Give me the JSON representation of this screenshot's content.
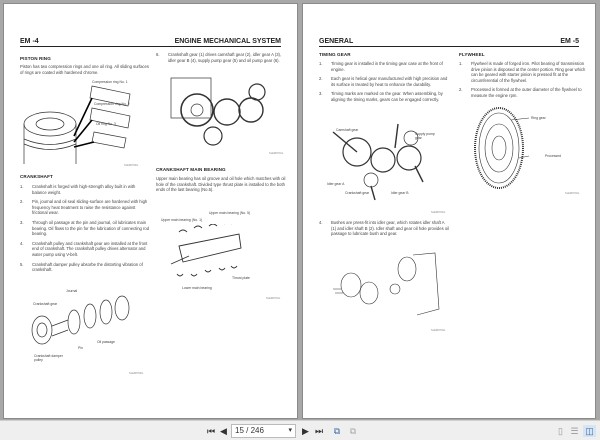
{
  "left_page": {
    "header_left": "EM -4",
    "header_right": "ENGINE MECHANICAL SYSTEM",
    "piston_ring": {
      "title": "PISTON RING",
      "body": "Piston has two compression rings and one oil ring.  All sliding surfaces of rings are coated with hardened chrome.",
      "labels": [
        "Compression ring No. 1",
        "Compression ring No. 2",
        "Oil ring No. 3"
      ],
      "code": "SLEM9700L"
    },
    "crankshaft": {
      "title": "CRANKSHAFT",
      "items": [
        {
          "n": "1.",
          "text": "Crankshaft is forged with high-strength alloy built in with balance weight."
        },
        {
          "n": "2.",
          "text": "Pin, journal and oil seal sliding-surface are hardened with high frequency heat treatment to raise the resistance against frictional wear."
        },
        {
          "n": "3.",
          "text": "Through oil passage at the pin and journal, oil lubricates main bearing.  Oil flows to the pin for the lubrication of connecting rod bearing."
        },
        {
          "n": "4.",
          "text": "Crankshaft pulley and crankshaft gear are installed at the front end of crankshaft.  The crankshaft pulley drives alternator and water pump using V-belt."
        },
        {
          "n": "5.",
          "text": "Crankshaft damper pulley absorbe the distorting vibration of crankshaft."
        }
      ],
      "labels": [
        "Journal",
        "Crankshaft gear",
        "Oil passage",
        "Pin",
        "Crankshaft damper pulley"
      ],
      "code": "SLEM9700L"
    },
    "gears": {
      "item": {
        "n": "6.",
        "text": "Crankshaft gear (1) drives camshaft gear (2), idler gear A (3), idler gear B (4), supply pump gear (5) and oil pump gear (6)."
      },
      "code": "SLEM9701L"
    },
    "main_bearing": {
      "title": "CRANKSHAFT MAIN BEARING",
      "body": "Upper main bearing has oil groove and oil hole which matches with oil hole of the crankshaft. Divided type thrust plate is installed to the both ends of the last bearing (No.5).",
      "labels": [
        "Upper main bearing (No. 5)",
        "Upper main bearing (No. 1)",
        "Thrust plate",
        "Lower main bearing"
      ],
      "code": "SLEM9701L"
    }
  },
  "right_page": {
    "header_left": "GENERAL",
    "header_right": "EM -5",
    "timing_gear": {
      "title": "TIMING GEAR",
      "items": [
        {
          "n": "1.",
          "text": "Timing gear is installed in the timing gear case at the front of engine."
        },
        {
          "n": "2.",
          "text": "Each gear is helical gear manufactured with high precision and its surface is treated by heat to enhance the durability."
        },
        {
          "n": "3.",
          "text": "Timing marks are marked on the gear.  When assembling, by aligning the timing marks, gears can be engaged correctly."
        }
      ],
      "labels": [
        "Camshaft gear",
        "Supply pump gear",
        "Idler gear A",
        "Crankshaft gear",
        "Idler gear B"
      ],
      "code": "SLEM9702L",
      "item4": {
        "n": "4.",
        "text": "Bushes are press-fit into idler gear, which rotates idler shaft A (1) and idler shaft B (2).  Idler shaft and gear oil hole provides oil passage to lubricate bush and gear."
      },
      "code2": "SLEM9703L"
    },
    "flywheel": {
      "title": "FLYWHEEL",
      "items": [
        {
          "n": "1.",
          "text": "Flywheel is made of forged iron.  Pilot bearing of transmission drive pinion is disposed at the center portion. Ring gear which can be geared with starter pinion is pressed fit at the circumferential of the flywheel."
        },
        {
          "n": "2.",
          "text": "Processed is formed at the outer diameter of the flywheel to measure the engine rpm."
        }
      ],
      "labels": [
        "Ring gear",
        "Processed"
      ],
      "code": "SLEM9704L"
    }
  },
  "toolbar": {
    "first_page": "first-page",
    "prev_page": "previous-page",
    "page_display": "15 / 246",
    "next_page": "next-page",
    "last_page": "last-page",
    "icons": [
      "first-page-icon",
      "prev-page-icon",
      "next-page-icon",
      "last-page-icon",
      "copy-page-icon",
      "paste-page-icon",
      "single-page-view-icon",
      "continuous-view-icon",
      "two-page-view-icon"
    ]
  }
}
